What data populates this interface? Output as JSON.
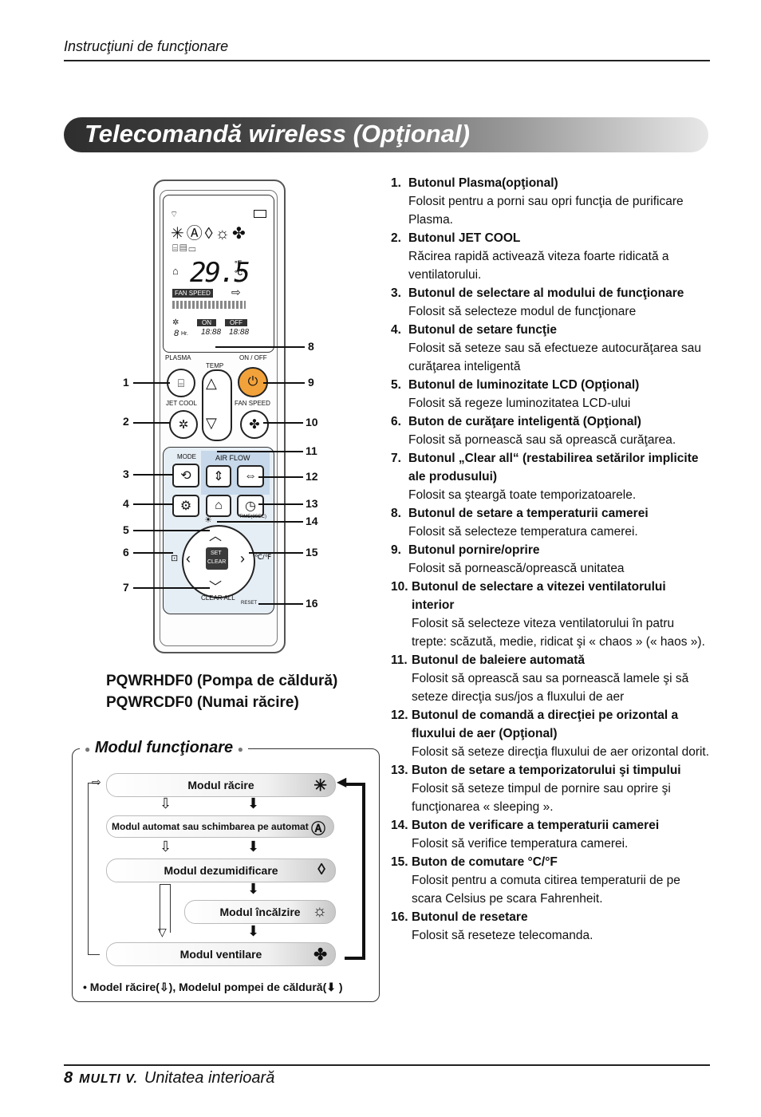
{
  "header": {
    "section": "Instrucţiuni de funcţionare"
  },
  "title": "Telecomandă wireless (Opţional)",
  "remote": {
    "labels": {
      "plasma": "PLASMA",
      "on_off": "ON / OFF",
      "temp": "TEMP",
      "jet_cool": "JET COOL",
      "fan_speed": "FAN SPEED",
      "mode": "MODE",
      "air_flow": "AIR FLOW",
      "time_sec": "TIME(3SEC)",
      "set": "SET",
      "clear": "CLEAR",
      "clear_all": "CLEAR ALL",
      "reset": "RESET"
    },
    "lcd": {
      "temperature": "29.5",
      "unit_f": "°F",
      "unit_c": "°C",
      "fan_speed": "FAN SPEED",
      "on": "ON",
      "off": "OFF",
      "hr": "Hr.",
      "time_on": "18:88",
      "time_off": "18:88"
    },
    "callouts": [
      "1",
      "2",
      "3",
      "4",
      "5",
      "6",
      "7",
      "8",
      "9",
      "10",
      "11",
      "12",
      "13",
      "14",
      "15",
      "16"
    ]
  },
  "models": {
    "line1": "PQWRHDF0 (Pompa de căldură)",
    "line2": "PQWRCDF0 (Numai răcire)"
  },
  "operation_mode": {
    "title": "Modul funcţionare",
    "modes": [
      {
        "label": "Modul răcire",
        "icon": "snowflake-icon"
      },
      {
        "label": "Modul automat sau schimbarea pe automat",
        "icon": "auto-ai-icon"
      },
      {
        "label": "Modul dezumidificare",
        "icon": "droplet-icon"
      },
      {
        "label": "Modul încălzire",
        "icon": "sun-icon"
      },
      {
        "label": "Modul ventilare",
        "icon": "fan-icon"
      }
    ],
    "note_prefix": "• Model răcire(",
    "note_middle": "), Modelul pompei de căldură(",
    "note_suffix": " )"
  },
  "items": [
    {
      "num": "1.",
      "title": "Butonul Plasma(opţional)",
      "desc": "Folosit pentru a porni sau opri funcţia de purificare Plasma."
    },
    {
      "num": "2.",
      "title": "Butonul JET COOL",
      "desc": "Răcirea rapidă activează viteza foarte ridicată a ventilatorului."
    },
    {
      "num": "3.",
      "title": "Butonul de selectare al modului de funcţionare",
      "desc": "Folosit să selecteze modul de funcţionare"
    },
    {
      "num": "4.",
      "title": "Butonul de setare funcţie",
      "desc": "Folosit să seteze sau să efectueze autocurăţarea sau curăţarea inteligentă"
    },
    {
      "num": "5.",
      "title": "Butonul de luminozitate LCD (Opţional)",
      "desc": "Folosit să regeze luminozitatea LCD-ului"
    },
    {
      "num": "6.",
      "title": "Buton de curăţare inteligentă (Opţional)",
      "desc": "Folosit să pornească sau să oprească curăţarea."
    },
    {
      "num": "7.",
      "title": "Butonul „Clear all“ (restabilirea setărilor implicite ale produsului)",
      "desc": "Folosit sa şteargă toate temporizatoarele."
    },
    {
      "num": "8.",
      "title": "Butonul de setare a temperaturii camerei",
      "desc": "Folosit să selecteze temperatura camerei."
    },
    {
      "num": "9.",
      "title": "Butonul pornire/oprire",
      "desc": "Folosit să pornească/oprească unitatea"
    },
    {
      "num": "10.",
      "title": "Butonul de selectare a vitezei ventilatorului interior",
      "desc": "Folosit să selecteze viteza ventilatorului în patru trepte: scăzută, medie, ridicat şi « chaos » (« haos »)."
    },
    {
      "num": "11.",
      "title": "Butonul de baleiere automată",
      "desc": "Folosit să oprească sau sa pornească lamele şi să seteze direcţia sus/jos a fluxului de aer"
    },
    {
      "num": "12.",
      "title": "Butonul de comandă a direcţiei pe orizontal a fluxului de aer (Opţional)",
      "desc": "Folosit să seteze direcţia fluxului de aer orizontal dorit."
    },
    {
      "num": "13.",
      "title": "Buton de setare a temporizatorului şi timpului",
      "desc": "Folosit să seteze timpul de pornire sau oprire şi funcţionarea « sleeping »."
    },
    {
      "num": "14.",
      "title": "Buton de verificare a temperaturii camerei",
      "desc": "Folosit să verifice temperatura camerei."
    },
    {
      "num": "15.",
      "title": "Buton de comutare °C/°F",
      "desc": "Folosit pentru a comuta citirea temperaturii de pe scara Celsius pe scara Fahrenheit."
    },
    {
      "num": "16.",
      "title": "Butonul de resetare",
      "desc": "Folosit să reseteze telecomanda."
    }
  ],
  "footer": {
    "page": "8",
    "brand": "MULTI V.",
    "text": "Unitatea interioară"
  }
}
